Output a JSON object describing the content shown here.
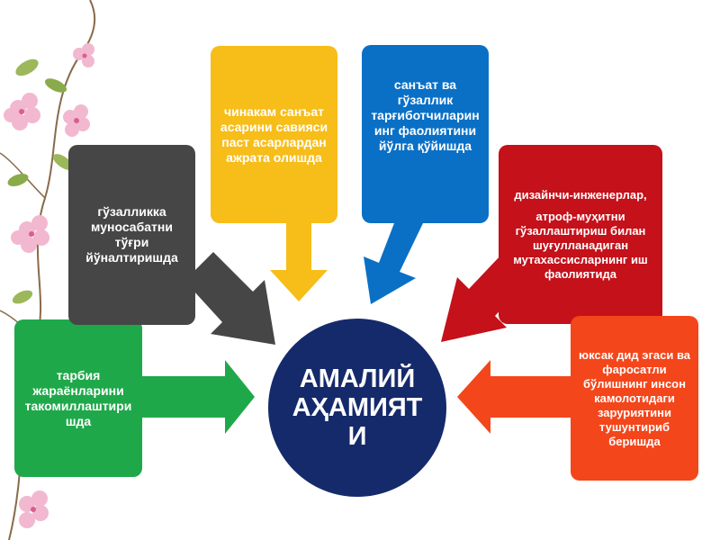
{
  "hub": {
    "label": "АМАЛИЙ АҲАМИЯТИ",
    "color": "#152a6b"
  },
  "boxes": {
    "green": {
      "text": "тарбия жараёнларини такомиллаштиришда",
      "color": "#1fa84a"
    },
    "gray": {
      "text": "гўзалликка муносабатни тўғри йўналтиришда",
      "color": "#464646"
    },
    "yellow": {
      "text": "чинакам санъат асарини савияси паст асарлардан ажрата олишда",
      "color": "#f7bd18"
    },
    "blue": {
      "text": "санъат ва гўзаллик тарғиботчиларининг фаолиятини йўлга қўйишда",
      "color": "#0a70c6"
    },
    "red": {
      "text_line1": "дизайнчи-инженерлар,",
      "text_line2": "атроф-муҳитни гўзаллаштириш билан шуғулланадиган мутахассисларнинг иш фаолиятида",
      "color": "#c4111a"
    },
    "orange": {
      "text": "юксак дид эгаси ва фаросатли бўлишнинг инсон камолотидаги заруриятини тушунтириб беришда",
      "color": "#f4461b"
    }
  }
}
